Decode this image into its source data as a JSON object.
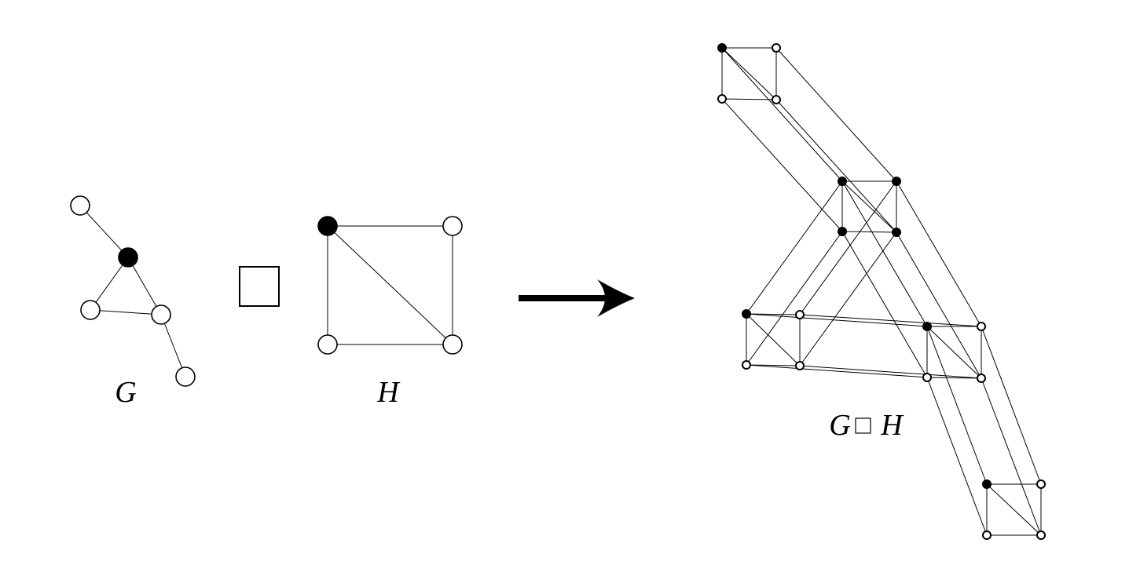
{
  "labels": {
    "graph_g": "G",
    "graph_h": "H",
    "product_left": "G",
    "product_right": "H"
  },
  "colors": {
    "stroke": "#000000",
    "marked_vertex": "#000000",
    "unmarked_vertex": "#ffffff",
    "background": "#ffffff"
  },
  "graph_g": {
    "vertices": [
      {
        "id": "g1",
        "marked": false
      },
      {
        "id": "g2",
        "marked": true
      },
      {
        "id": "g3",
        "marked": false
      },
      {
        "id": "g4",
        "marked": false
      },
      {
        "id": "g5",
        "marked": false
      }
    ],
    "edges": [
      [
        "g1",
        "g2"
      ],
      [
        "g2",
        "g3"
      ],
      [
        "g2",
        "g4"
      ],
      [
        "g3",
        "g4"
      ],
      [
        "g4",
        "g5"
      ]
    ]
  },
  "graph_h": {
    "vertices": [
      {
        "id": "h1",
        "marked": true
      },
      {
        "id": "h2",
        "marked": false
      },
      {
        "id": "h3",
        "marked": false
      },
      {
        "id": "h4",
        "marked": false
      }
    ],
    "edges": [
      [
        "h1",
        "h2"
      ],
      [
        "h1",
        "h3"
      ],
      [
        "h1",
        "h4"
      ],
      [
        "h2",
        "h4"
      ],
      [
        "h3",
        "h4"
      ]
    ]
  },
  "operator_icon": "box-product-icon",
  "arrow_icon": "right-arrow-icon"
}
